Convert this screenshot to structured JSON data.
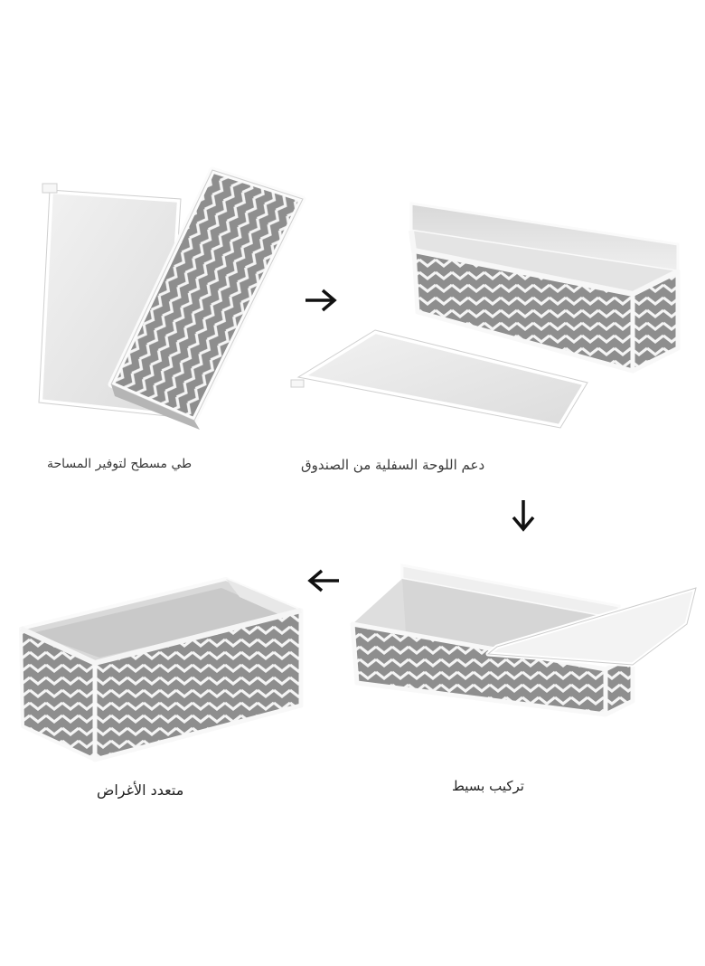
{
  "steps": [
    {
      "caption": "طي مسطح لتوفير المساحة"
    },
    {
      "caption": "دعم اللوحة السفلية من الصندوق"
    },
    {
      "caption": "تركيب بسيط"
    },
    {
      "caption": "متعدد الأغراض"
    }
  ],
  "arrows": [
    "right",
    "down",
    "left"
  ],
  "colors": {
    "fabric_gray": "#8e8e8e",
    "chevron_white": "#f4f4f4",
    "lining": "#e9e9e9",
    "trim": "#fbfbfb",
    "arrow": "#111111"
  }
}
